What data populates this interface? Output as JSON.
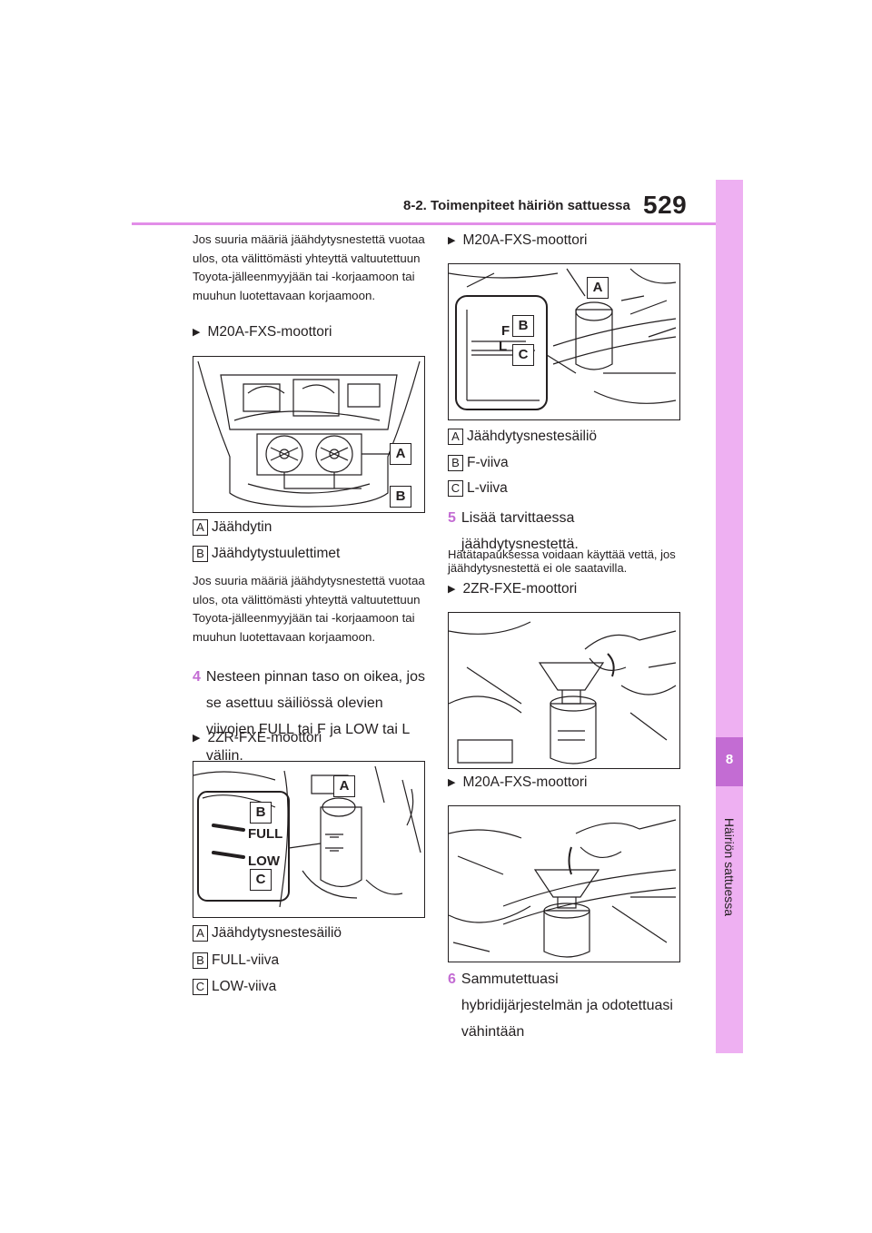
{
  "header": {
    "section_title": "8-2. Toimenpiteet häiriön sattuessa",
    "page_number": "529"
  },
  "side_tab": {
    "chapter_number": "8",
    "chapter_label": "Häiriön sattuessa"
  },
  "left_column": {
    "intro_para": "Jos suuria määriä jäähdytysnestettä vuotaa ulos, ota välittömästi yhteyttä valtuutettuun Toyota-jälleenmyyjään tai -korjaamoon tai muuhun luotettavaan korjaamoon.",
    "fig1": {
      "heading": "M20A-FXS-moottori",
      "callouts": [
        "A",
        "B"
      ],
      "legend": [
        {
          "key": "A",
          "text": "Jäähdytin"
        },
        {
          "key": "B",
          "text": "Jäähdytystuulettimet"
        }
      ]
    },
    "para2": "Jos suuria määriä jäähdytysnestettä vuotaa ulos, ota välittömästi yhteyttä valtuutettuun Toyota-jälleenmyyjään tai -korjaamoon tai muuhun luotettavaan korjaamoon.",
    "step4": {
      "number": "4",
      "text": "Nesteen pinnan taso on oikea, jos se asettuu säiliössä olevien viivojen FULL tai F ja LOW tai L väliin."
    },
    "fig2": {
      "heading": "2ZR-FXE-moottori",
      "callouts": [
        "A",
        "B",
        "C"
      ],
      "marks": [
        "FULL",
        "LOW"
      ],
      "legend": [
        {
          "key": "A",
          "text": "Jäähdytysnestesäiliö"
        },
        {
          "key": "B",
          "text": "FULL-viiva"
        },
        {
          "key": "C",
          "text": "LOW-viiva"
        }
      ]
    }
  },
  "right_column": {
    "fig3": {
      "heading": "M20A-FXS-moottori",
      "callouts": [
        "A",
        "B",
        "C"
      ],
      "marks": [
        "F",
        "L"
      ],
      "legend": [
        {
          "key": "A",
          "text": "Jäähdytysnestesäiliö"
        },
        {
          "key": "B",
          "text": "F-viiva"
        },
        {
          "key": "C",
          "text": "L-viiva"
        }
      ]
    },
    "step5": {
      "number": "5",
      "text": "Lisää tarvittaessa jäähdytysnestettä."
    },
    "note": "Hätätapauksessa voidaan käyttää vettä, jos jäähdytysnestettä ei ole saatavilla.",
    "fig4": {
      "heading": "2ZR-FXE-moottori"
    },
    "fig5": {
      "heading": "M20A-FXS-moottori"
    },
    "step6": {
      "number": "6",
      "text": "Sammutettuasi hybridijärjestelmän ja odotettuasi vähintään"
    }
  }
}
